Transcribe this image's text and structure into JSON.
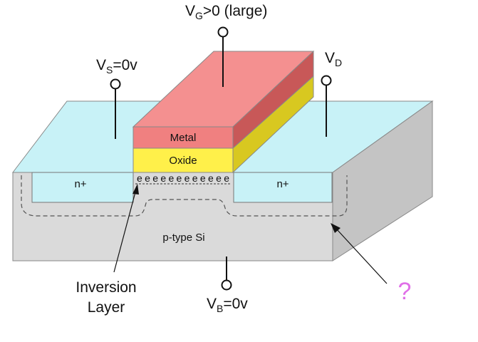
{
  "labels": {
    "vg": {
      "main": "V",
      "sub": "G",
      "rest": ">0 (large)"
    },
    "vs": {
      "main": "V",
      "sub": "S",
      "rest": "=0v"
    },
    "vd": {
      "main": "V",
      "sub": "D",
      "rest": ""
    },
    "vb": {
      "main": "V",
      "sub": "B",
      "rest": "=0v"
    },
    "metal": "Metal",
    "oxide": "Oxide",
    "n_left": "n+",
    "n_right": "n+",
    "electrons": "eeeeeeeeeeee",
    "substrate": "p-type Si",
    "inversion_line1": "Inversion",
    "inversion_line2": "Layer",
    "question": "?"
  },
  "colors": {
    "metal_front": "#f08080",
    "metal_top": "#f49090",
    "metal_side": "#c85858",
    "oxide_front": "#fff04a",
    "oxide_side": "#d8c820",
    "n_region": "#c8f2f7",
    "substrate_front": "#dadada",
    "substrate_side": "#c4c4c4",
    "question": "#e070e8"
  }
}
